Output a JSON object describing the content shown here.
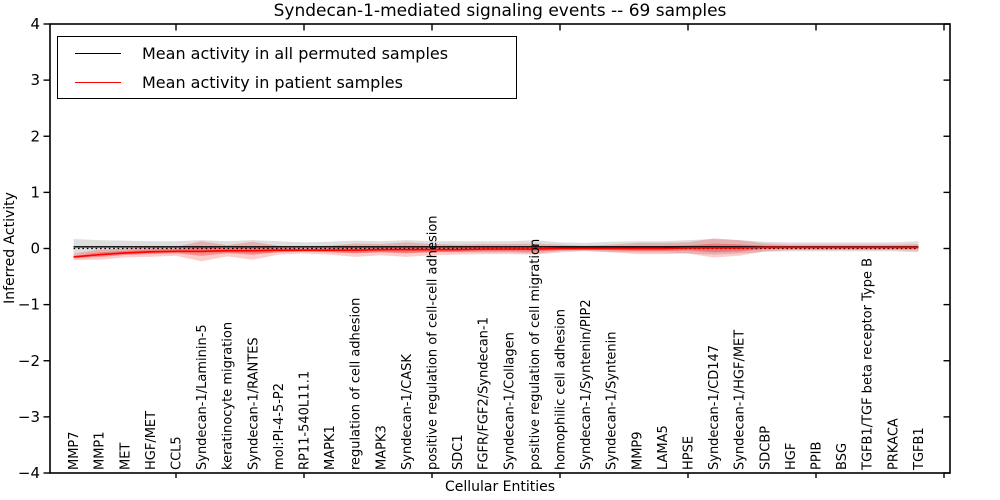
{
  "title": "Syndecan-1-mediated signaling events -- 69 samples",
  "legend": {
    "entries": [
      {
        "label": "Mean activity in all permuted samples",
        "color": "#000000"
      },
      {
        "label": "Mean activity in patient samples",
        "color": "#ff0000"
      }
    ],
    "position": "upper left"
  },
  "chart_data": {
    "type": "line",
    "title": "Syndecan-1-mediated signaling events -- 69 samples",
    "xlabel": "Cellular Entities",
    "ylabel": "Inferred Activity",
    "ylim": [
      -4,
      4
    ],
    "yticks": [
      4,
      3,
      2,
      1,
      0,
      -1,
      -2,
      -3,
      -4
    ],
    "ytick_labels": [
      "4",
      "3",
      "2",
      "1",
      "0",
      "−1",
      "−2",
      "−3",
      "−4"
    ],
    "x_major_ticks_at_category_numbers": [
      5,
      10,
      15,
      20,
      25,
      30,
      35
    ],
    "grid": false,
    "zero_line": {
      "value": 0,
      "style": "dotted",
      "color": "#000000"
    },
    "categories": [
      "MMP7",
      "MMP1",
      "MET",
      "HGF/MET",
      "CCL5",
      "Syndecan-1/Laminin-5",
      "keratinocyte migration",
      "Syndecan-1/RANTES",
      "mol:PI-4-5-P2",
      "RP11-540L11.1",
      "MAPK1",
      "regulation of cell adhesion",
      "MAPK3",
      "Syndecan-1/CASK",
      "positive regulation of cell-cell adhesion",
      "SDC1",
      "FGFR/FGF2/Syndecan-1",
      "Syndecan-1/Collagen",
      "positive regulation of cell migration",
      "homophilic cell adhesion",
      "Syndecan-1/Syntenin/PIP2",
      "Syndecan-1/Syntenin",
      "MMP9",
      "LAMA5",
      "HPSE",
      "Syndecan-1/CD147",
      "Syndecan-1/HGF/MET",
      "SDCBP",
      "HGF",
      "PPIB",
      "BSG",
      "TGFB1/TGF beta receptor Type B",
      "PRKACA",
      "TGFB1"
    ],
    "series": [
      {
        "name": "Mean activity in all permuted samples",
        "color": "#000000",
        "band_fill": "rgba(0,0,0,0.13)",
        "values": [
          0.03,
          0.03,
          0.03,
          0.03,
          0.03,
          0.03,
          0.03,
          0.03,
          0.03,
          0.03,
          0.03,
          0.03,
          0.03,
          0.03,
          0.03,
          0.03,
          0.03,
          0.03,
          0.03,
          0.03,
          0.03,
          0.03,
          0.03,
          0.03,
          0.03,
          0.03,
          0.03,
          0.03,
          0.03,
          0.03,
          0.03,
          0.03,
          0.03,
          0.03
        ],
        "std": [
          0.14,
          0.12,
          0.11,
          0.1,
          0.1,
          0.12,
          0.1,
          0.12,
          0.1,
          0.08,
          0.09,
          0.11,
          0.1,
          0.12,
          0.1,
          0.1,
          0.1,
          0.1,
          0.12,
          0.08,
          0.07,
          0.09,
          0.1,
          0.1,
          0.12,
          0.14,
          0.12,
          0.09,
          0.08,
          0.08,
          0.08,
          0.08,
          0.08,
          0.1
        ]
      },
      {
        "name": "Mean activity in patient samples",
        "color": "#ff0000",
        "band_fill": "rgba(255,0,0,0.20)",
        "inner_band_fill": "rgba(255,0,0,0.30)",
        "values": [
          -0.15,
          -0.11,
          -0.08,
          -0.06,
          -0.05,
          -0.05,
          -0.04,
          -0.04,
          -0.03,
          -0.03,
          -0.03,
          -0.03,
          -0.02,
          -0.02,
          -0.02,
          -0.02,
          -0.01,
          -0.01,
          -0.01,
          0.0,
          0.0,
          0.0,
          0.0,
          0.0,
          0.01,
          0.01,
          0.01,
          0.02,
          0.02,
          0.02,
          0.02,
          0.02,
          0.02,
          0.02
        ],
        "std": [
          0.06,
          0.09,
          0.08,
          0.09,
          0.08,
          0.18,
          0.1,
          0.16,
          0.08,
          0.06,
          0.08,
          0.12,
          0.1,
          0.13,
          0.1,
          0.09,
          0.09,
          0.09,
          0.1,
          0.07,
          0.05,
          0.07,
          0.1,
          0.1,
          0.1,
          0.17,
          0.14,
          0.07,
          0.05,
          0.05,
          0.05,
          0.05,
          0.05,
          0.06
        ]
      }
    ]
  }
}
